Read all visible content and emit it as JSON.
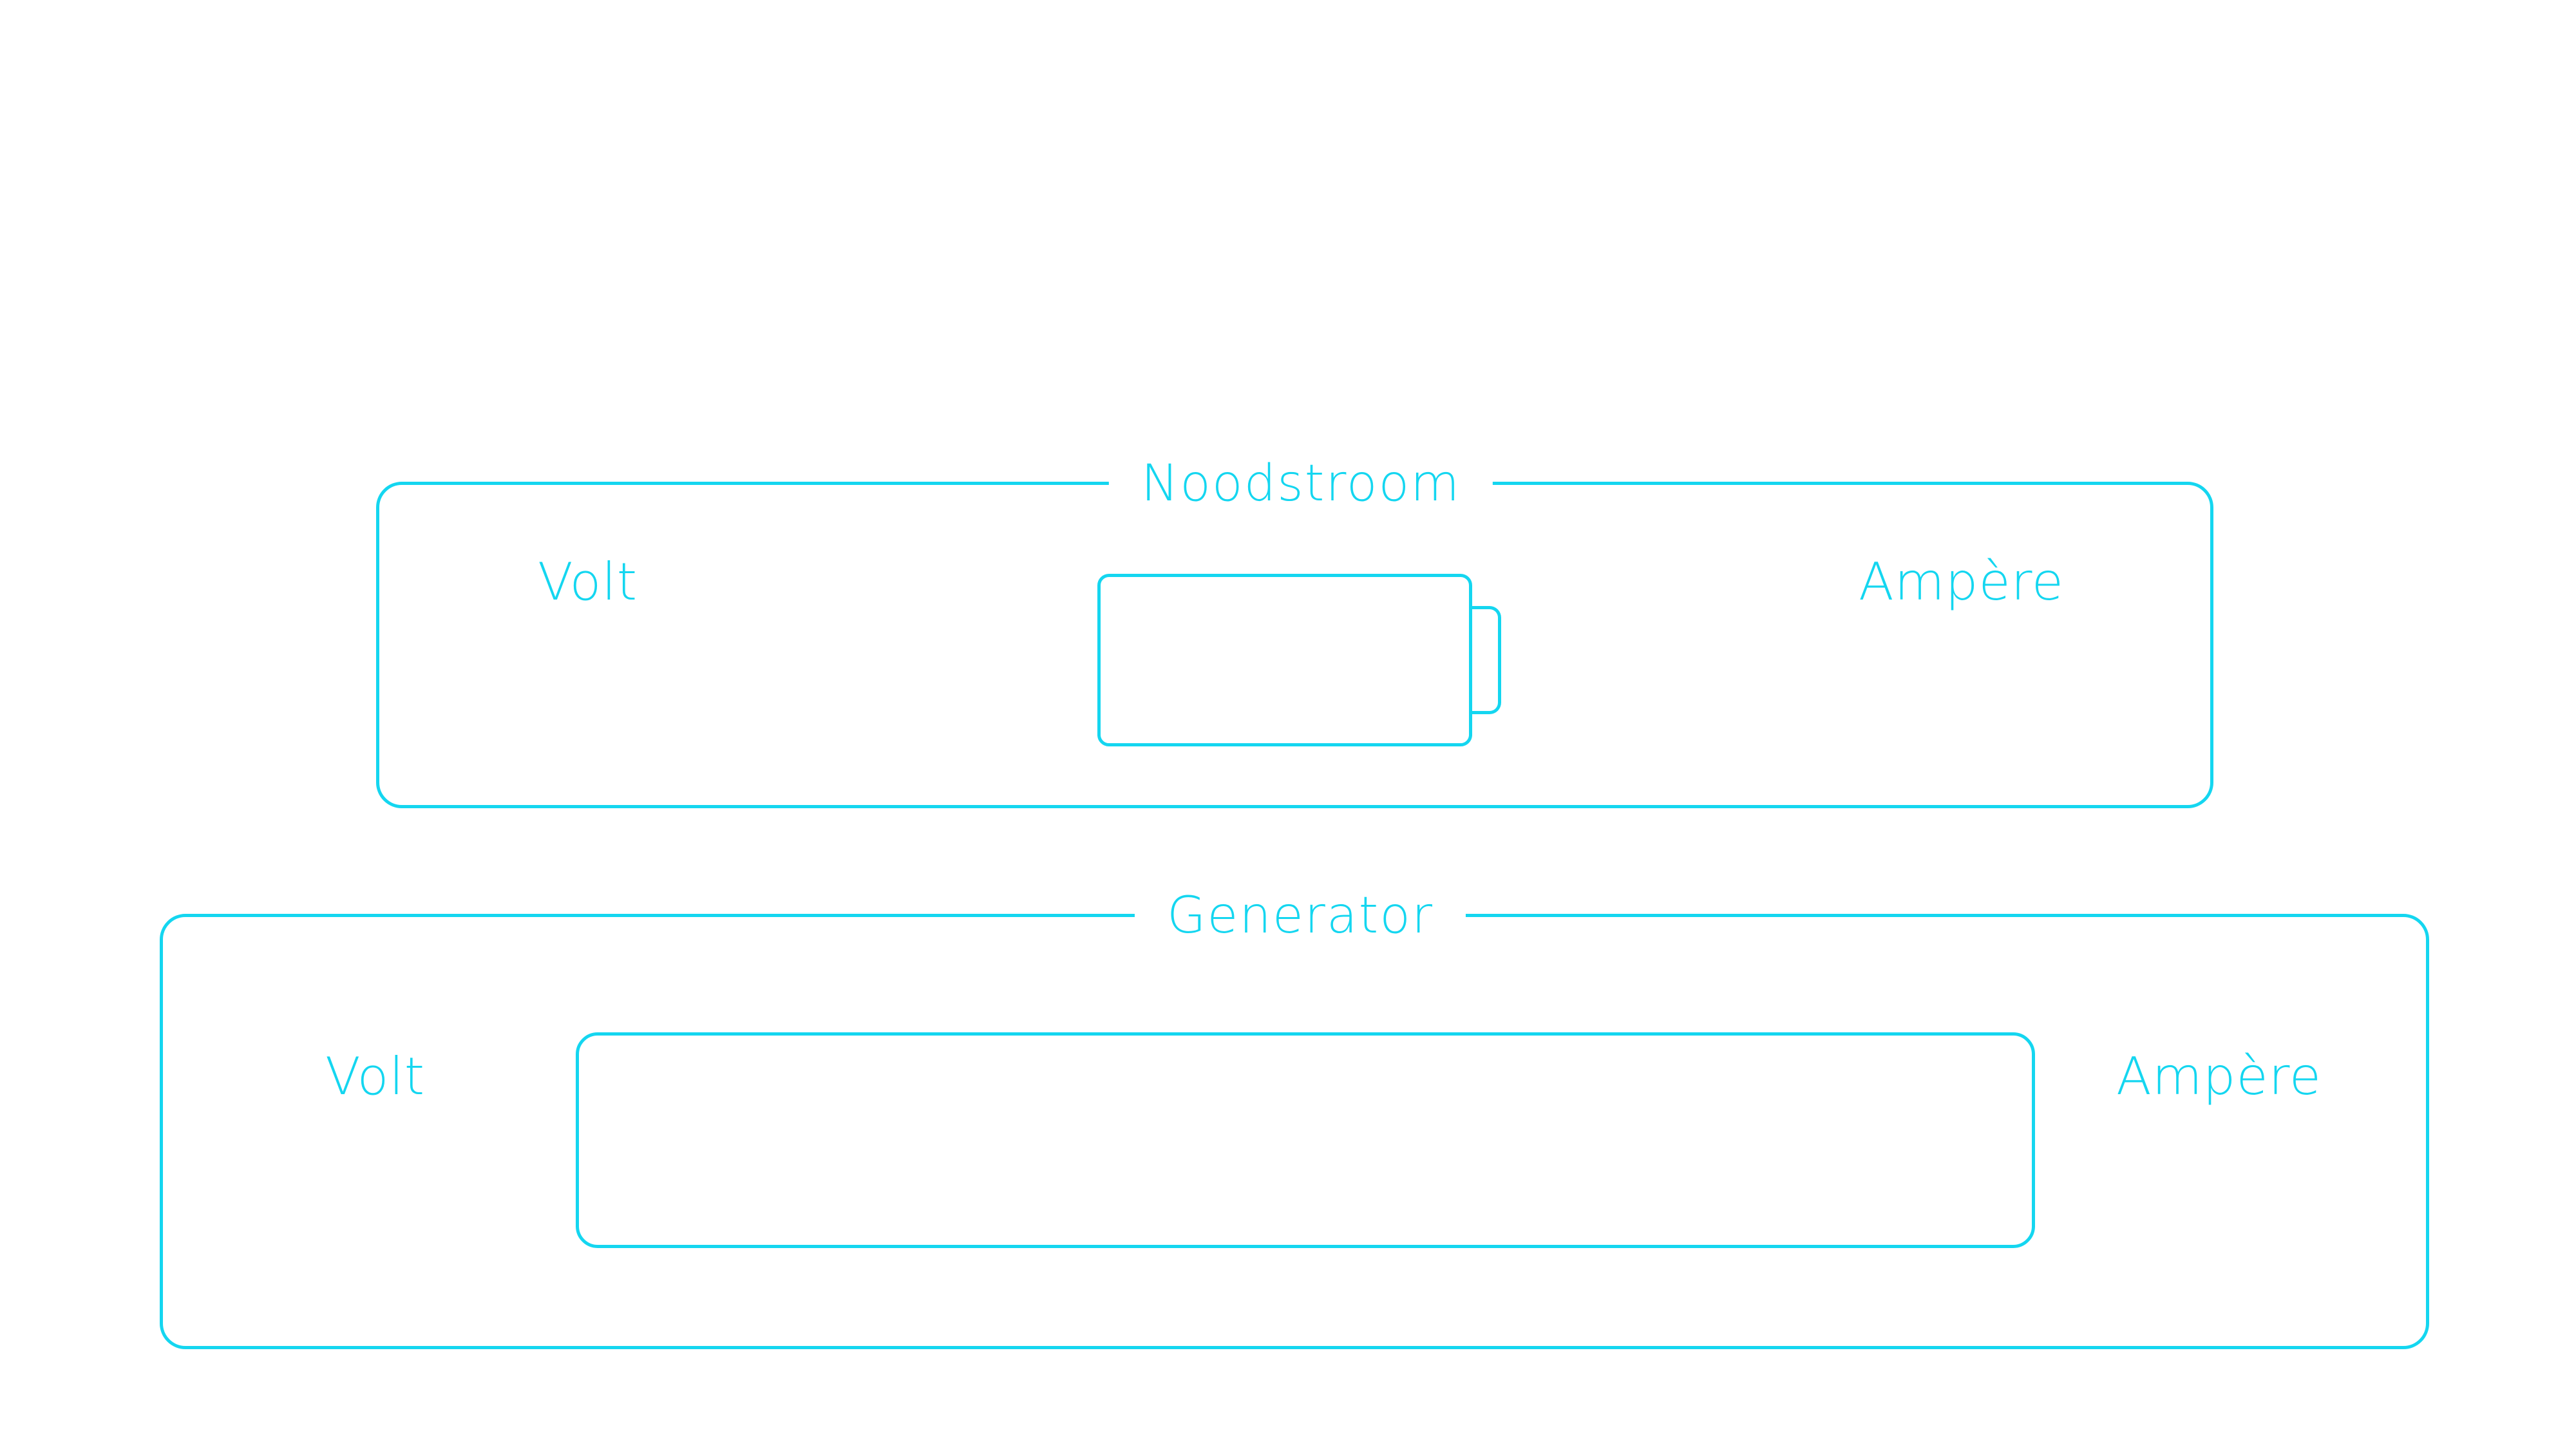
{
  "colors": {
    "accent": "#14d6f0",
    "background": "#ffffff"
  },
  "noodstroom": {
    "title": "Noodstroom",
    "volt_label": "Volt",
    "ampere_label": "Ampère",
    "icon": "battery-icon"
  },
  "generator": {
    "title": "Generator",
    "volt_label": "Volt",
    "ampere_label": "Ampère",
    "display": "generator-display"
  }
}
